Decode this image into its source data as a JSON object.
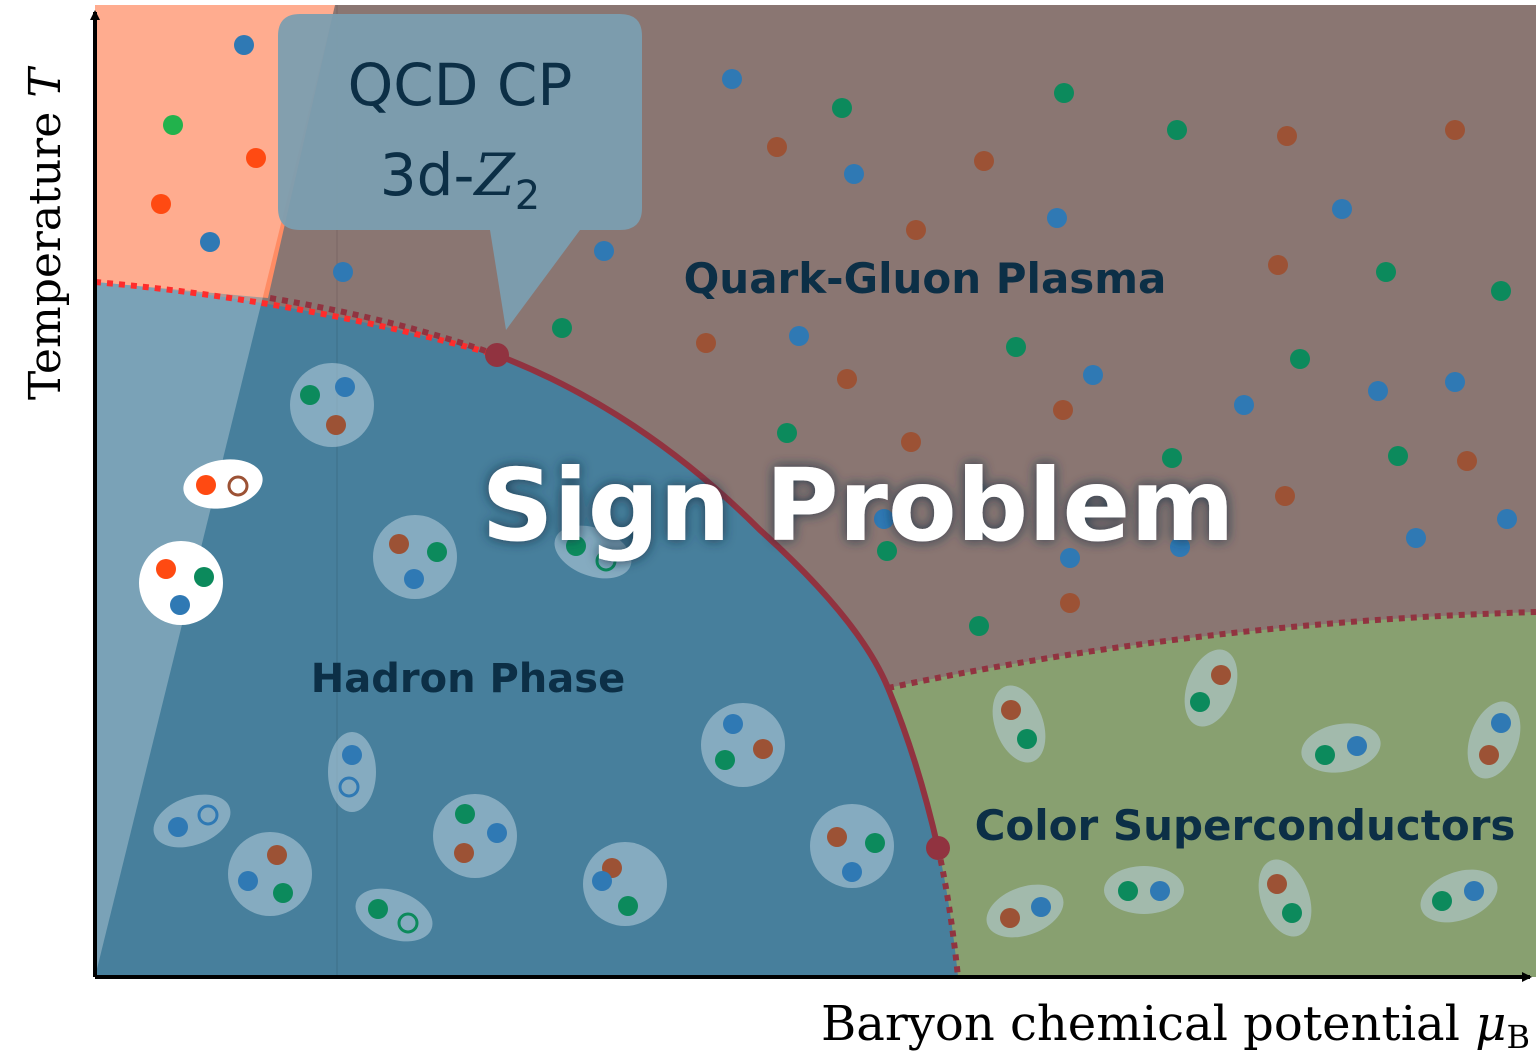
{
  "axes": {
    "y_label": "Temperature",
    "y_symbol": "T",
    "x_label": "Baryon chemical potential",
    "x_symbol": "μ",
    "x_symbol_sub": "B"
  },
  "regions": {
    "qgp": "Quark-Gluon Plasma",
    "hadron": "Hadron Phase",
    "csc": "Color Superconductors"
  },
  "callout": {
    "line1": "QCD CP",
    "line2_prefix": "3d-",
    "line2_symbol": "Z",
    "line2_sub": "2"
  },
  "overlay_text": "Sign Problem",
  "colors": {
    "qgp": "#8a7672",
    "hadron": "#477f9c",
    "csc": "#88a070",
    "hot_corner": "#ff8c64",
    "phase_line": "#913340",
    "quark_blue": "#2f79b4",
    "quark_green": "#0c8a5c",
    "quark_brown": "#9c5235",
    "quark_orange": "#ff4a12",
    "quark_green_bright": "#22b24c",
    "callout_fill": "#7b9eb0",
    "label_dark": "#0c2f46"
  }
}
